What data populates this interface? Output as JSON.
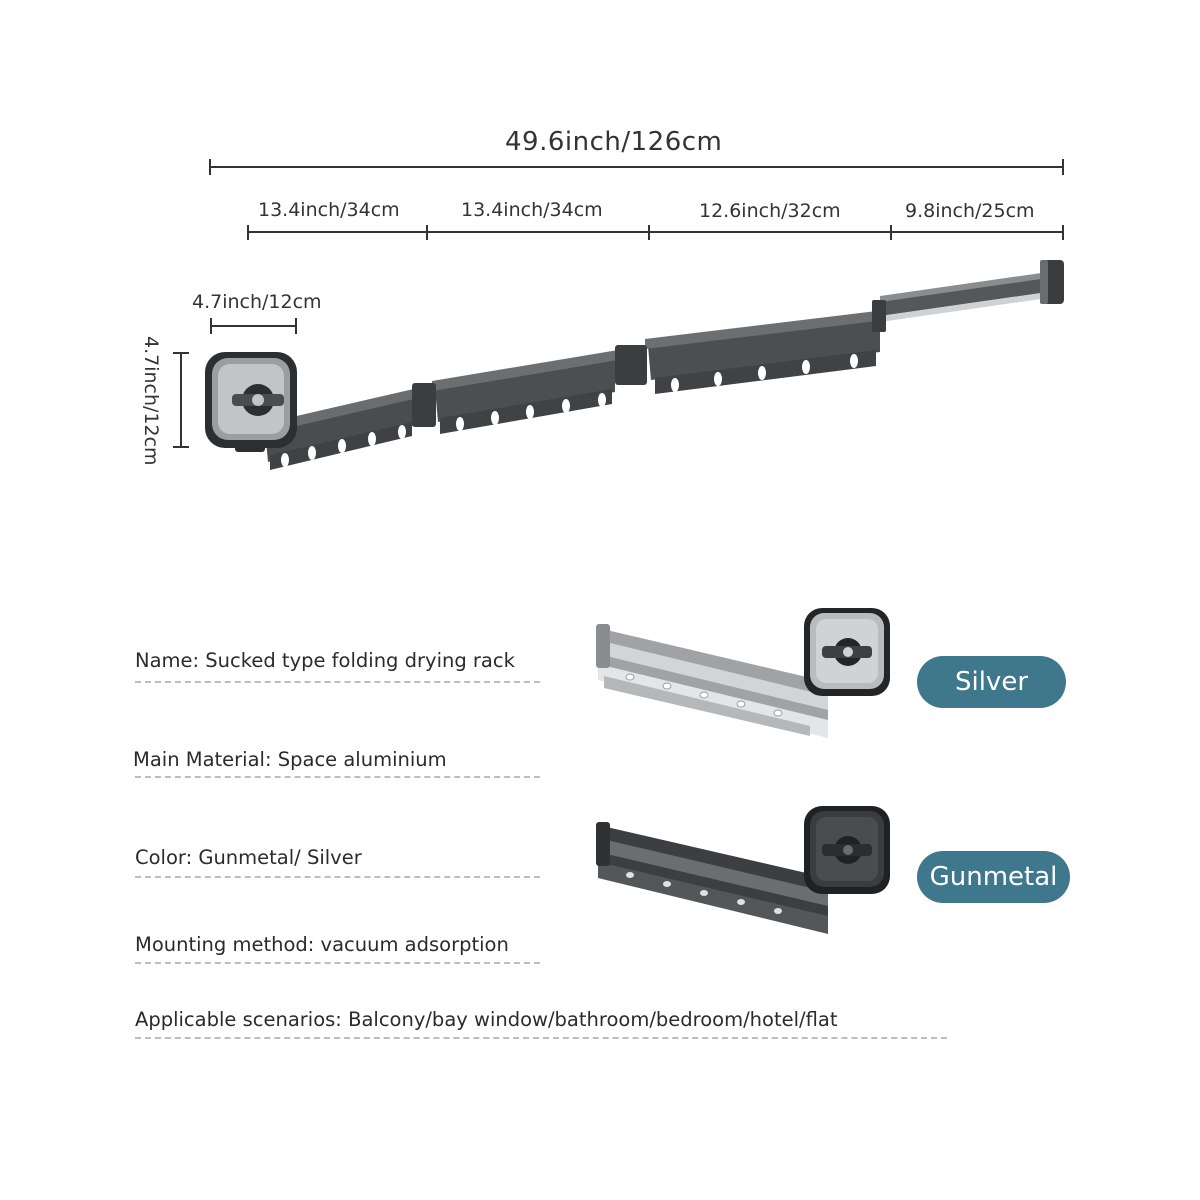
{
  "dimensions": {
    "total_length": "49.6inch/126cm",
    "segments": [
      "13.4inch/34cm",
      "13.4inch/34cm",
      "12.6inch/32cm",
      "9.8inch/25cm"
    ],
    "base_width": "4.7inch/12cm",
    "base_height": "4.7inch/12cm"
  },
  "specs": [
    "Name: Sucked type folding drying rack",
    "Main Material: Space aluminium",
    "Color: Gunmetal/ Silver",
    "Mounting method: vacuum adsorption",
    "Applicable scenarios: Balcony/bay window/bathroom/bedroom/hotel/flat"
  ],
  "variants": [
    {
      "label": "Silver",
      "color": "#b9bcbf"
    },
    {
      "label": "Gunmetal",
      "color": "#4d5052"
    }
  ],
  "colors": {
    "pill": "#3f778c",
    "dashed_rule": "#bdbdbd",
    "dimension_line": "#333333"
  }
}
